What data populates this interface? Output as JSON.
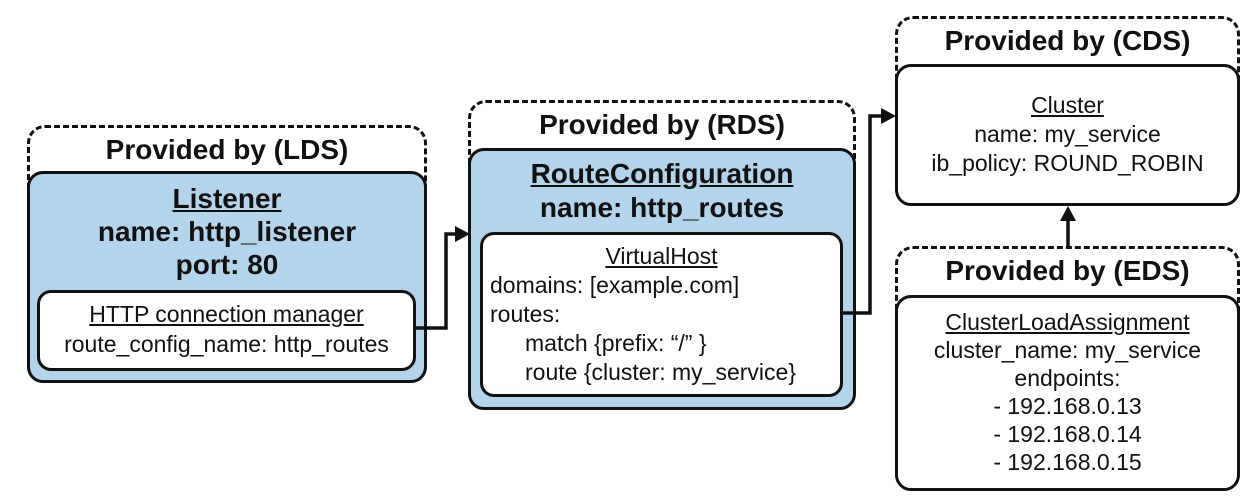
{
  "lds": {
    "header": "Provided by (LDS)",
    "title": "Listener",
    "name_line": "name: http_listener",
    "port_line": "port: 80",
    "inner": {
      "title": "HTTP connection manager",
      "line1": "route_config_name: http_routes"
    }
  },
  "rds": {
    "header": "Provided by (RDS)",
    "title": "RouteConfiguration",
    "name_line": "name: http_routes",
    "inner": {
      "title": "VirtualHost",
      "domains": "domains: [example.com]",
      "routes": "routes:",
      "match": "match {prefix: “/” }",
      "route": "route {cluster: my_service}"
    }
  },
  "cds": {
    "header": "Provided by (CDS)",
    "title": "Cluster",
    "name_line": "name: my_service",
    "policy_line": "ib_policy: ROUND_ROBIN"
  },
  "eds": {
    "header": "Provided by (EDS)",
    "title": "ClusterLoadAssignment",
    "cluster_line": "cluster_name: my_service",
    "endpoints_label": "endpoints:",
    "endpoints": [
      "- 192.168.0.13",
      "- 192.168.0.14",
      "- 192.168.0.15"
    ]
  }
}
